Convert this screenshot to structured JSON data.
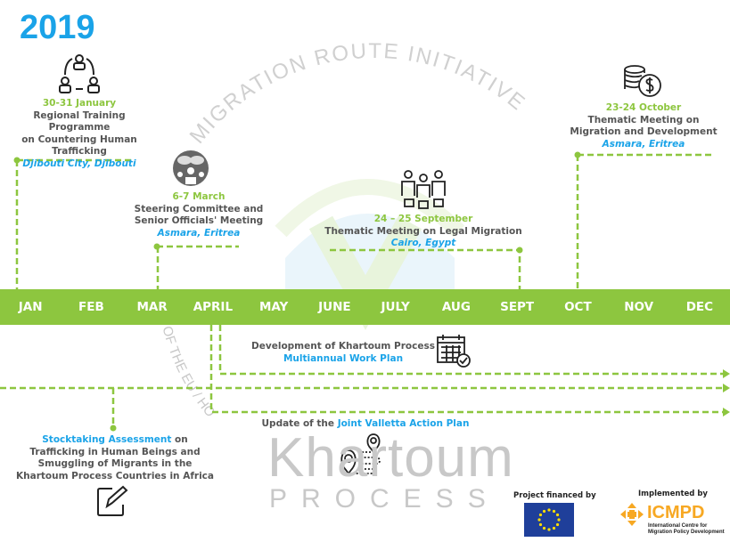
{
  "year": "2019",
  "watermark": {
    "arc_text": "MIGRATION ROUTE INITIATIVE",
    "arc_text_left": "OF THE EU / HO",
    "logo_word": "Khartoum",
    "logo_sub": "PROCESS"
  },
  "months": [
    "JAN",
    "FEB",
    "MAR",
    "APRIL",
    "MAY",
    "JUNE",
    "JULY",
    "AUG",
    "SEPT",
    "OCT",
    "NOV",
    "DEC"
  ],
  "events_above": [
    {
      "date": "30-31 January",
      "title_lines": [
        "Regional Training Programme",
        "on Countering Human",
        "Trafficking"
      ],
      "location": "Djibouti City, Djibouti",
      "icon": "people-rotation-icon"
    },
    {
      "date": "6-7 March",
      "title_lines": [
        "Steering Committee and",
        "Senior Officials' Meeting"
      ],
      "location": "Asmara, Eritrea",
      "icon": "meeting-discussion-icon"
    },
    {
      "date": "24 – 25 September",
      "title_lines": [
        "Thematic Meeting on Legal Migration"
      ],
      "location": "Cairo, Egypt",
      "icon": "business-people-icon"
    },
    {
      "date": "23-24 October",
      "title_lines": [
        "Thematic Meeting on",
        "Migration and Development"
      ],
      "location": "Asmara, Eritrea",
      "icon": "coins-dollar-icon"
    }
  ],
  "events_below": {
    "workplan": {
      "line1": "Development of Khartoum Process",
      "line2": "Multiannual Work Plan",
      "icon": "calendar-check-icon"
    },
    "valletta": {
      "prefix": "Update of the ",
      "highlight": "Joint Valletta Action Plan",
      "icon": "route-pins-icon"
    },
    "stocktaking": {
      "highlight": "Stocktaking Assessment",
      "rest_first": " on",
      "lines": [
        "Trafficking in Human Beings and",
        "Smuggling of Migrants in the",
        "Khartoum Process Countries in Africa"
      ],
      "icon": "edit-pencil-icon"
    }
  },
  "footer": {
    "financed_label": "Project financed by",
    "implemented_label": "Implemented by",
    "icmpd_name": "ICMPD",
    "icmpd_full_1": "International Centre for",
    "icmpd_full_2": "Migration Policy Development"
  },
  "colors": {
    "green": "#8dc63f",
    "blue": "#1aa3e8",
    "orange": "#f7a823",
    "eu_blue": "#1f3f9a"
  }
}
